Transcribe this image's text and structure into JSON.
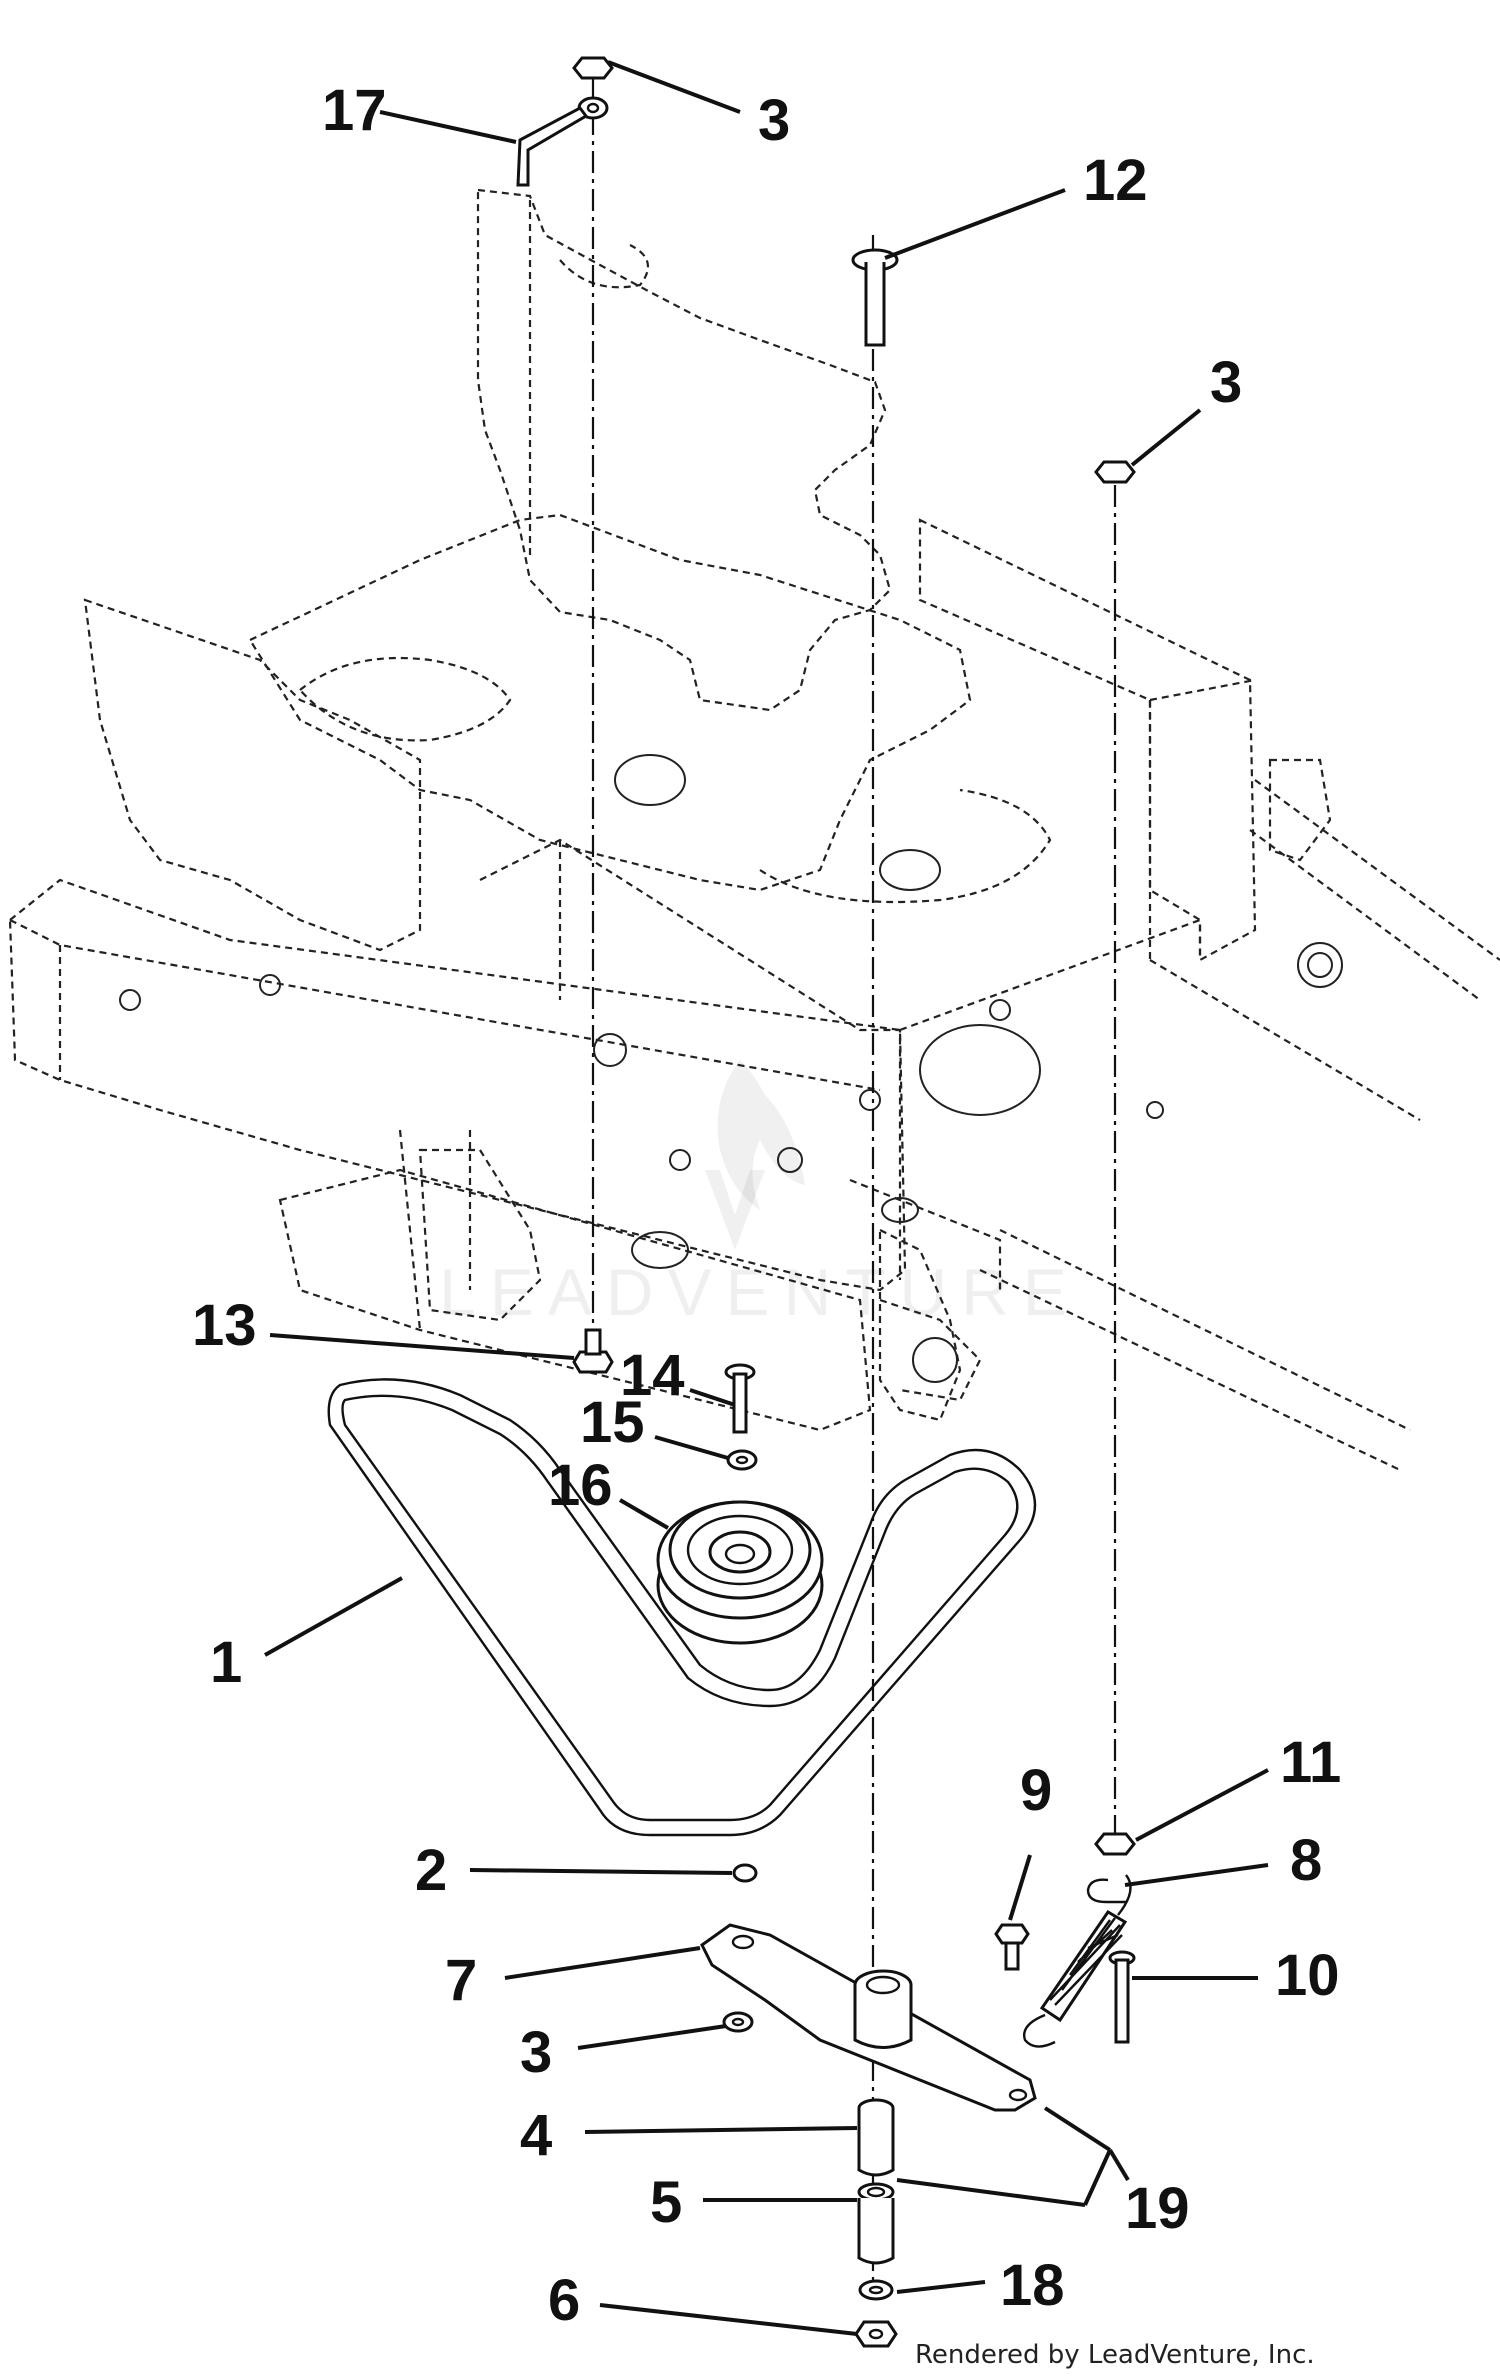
{
  "callouts": {
    "c17": "17",
    "c3_top": "3",
    "c12": "12",
    "c3_right": "3",
    "c13": "13",
    "c14": "14",
    "c15": "15",
    "c16": "16",
    "c1": "1",
    "c9": "9",
    "c11": "11",
    "c8": "8",
    "c2": "2",
    "c7": "7",
    "c10": "10",
    "c3_bottom": "3",
    "c4": "4",
    "c19": "19",
    "c5": "5",
    "c18": "18",
    "c6": "6"
  },
  "footer": "Rendered by LeadVenture, Inc.",
  "watermark": "LEADVENTURE"
}
